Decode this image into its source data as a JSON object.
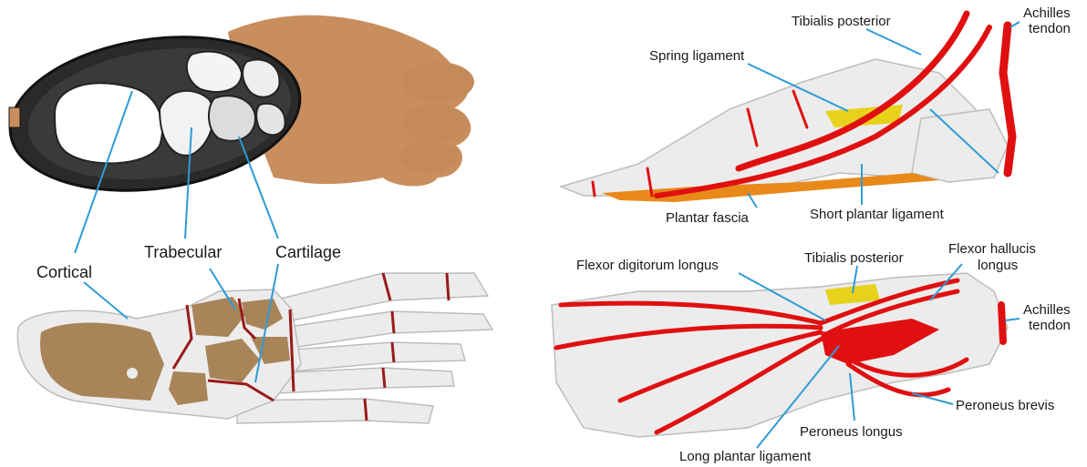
{
  "labels": {
    "cortical": "Cortical",
    "trabecular": "Trabecular",
    "cartilage": "Cartilage",
    "tibialis_posterior_top": "Tibialis posterior",
    "achilles_top_1": "Achilles",
    "achilles_top_2": "tendon",
    "spring_ligament": "Spring ligament",
    "plantar_fascia": "Plantar fascia",
    "short_plantar_ligament": "Short plantar ligament",
    "flexor_digitorum_longus": "Flexor digitorum longus",
    "tibialis_posterior_bottom": "Tibialis posterior",
    "flexor_hallucis_1": "Flexor hallucis",
    "flexor_hallucis_2": "longus",
    "achilles_bottom_1": "Achilles",
    "achilles_bottom_2": "tendon",
    "peroneus_brevis": "Peroneus brevis",
    "peroneus_longus": "Peroneus longus",
    "long_plantar_ligament": "Long plantar ligament"
  },
  "colors": {
    "skin": "#c98e5e",
    "bone": "#ececec",
    "ligament": "#e01010",
    "spring": "#e6d21a",
    "fascia": "#e8891a",
    "trabecular_fill": "#a88458",
    "leader": "#2e9bd6"
  }
}
